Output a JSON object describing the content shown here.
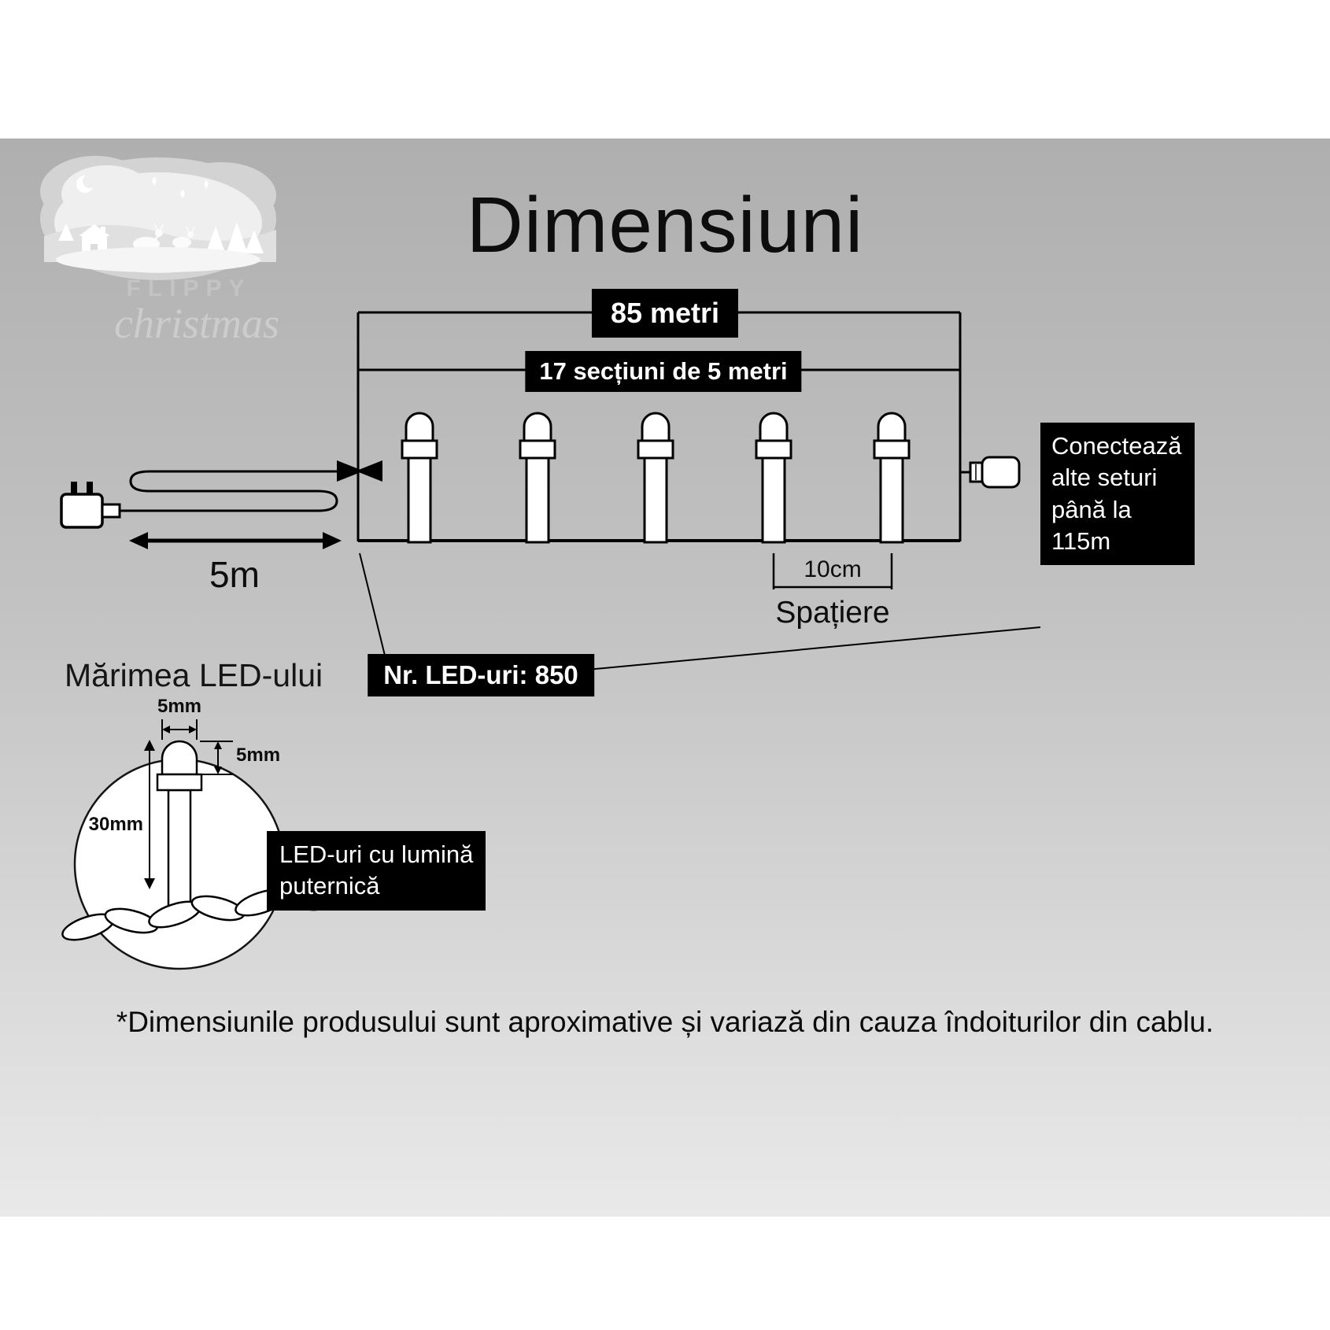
{
  "page": {
    "title": "Dimensiuni",
    "footnote": "*Dimensiunile produsului sunt aproximative și variază din cauza îndoiturilor din cablu."
  },
  "logo": {
    "brand": "FLIPPY",
    "brand_script": "christmas"
  },
  "string_diagram": {
    "total_length": "85 metri",
    "sections": "17 secțiuni de 5 metri",
    "lead_length": "5m",
    "led_count": "Nr. LED-uri: 850",
    "spacing_value": "10cm",
    "spacing_label": "Spațiere",
    "connect_note": "Conectează\nalte seturi\npână la 115m"
  },
  "led_detail": {
    "title": "Mărimea LED-ului",
    "width": "5mm",
    "height": "5mm",
    "length": "30mm",
    "feature": "LED-uri cu lumină\nputernică"
  },
  "colors": {
    "label_bg": "#000000",
    "label_text": "#ffffff",
    "line": "#000000",
    "background_top": "#afafaf",
    "background_bottom": "#e9e9e9"
  }
}
